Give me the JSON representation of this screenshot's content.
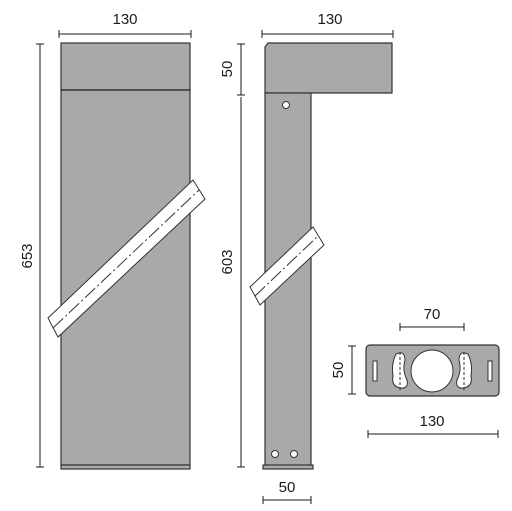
{
  "dimensions": {
    "front_width": "130",
    "front_height": "653",
    "side_width": "130",
    "side_head_height": "50",
    "side_post_height": "603",
    "side_post_width": "50",
    "base_hole_spacing": "70",
    "base_depth": "50",
    "base_width": "130"
  },
  "colors": {
    "body": "#a9a9a9",
    "outline": "#333333",
    "line": "#1a1a1a",
    "background": "#ffffff"
  }
}
